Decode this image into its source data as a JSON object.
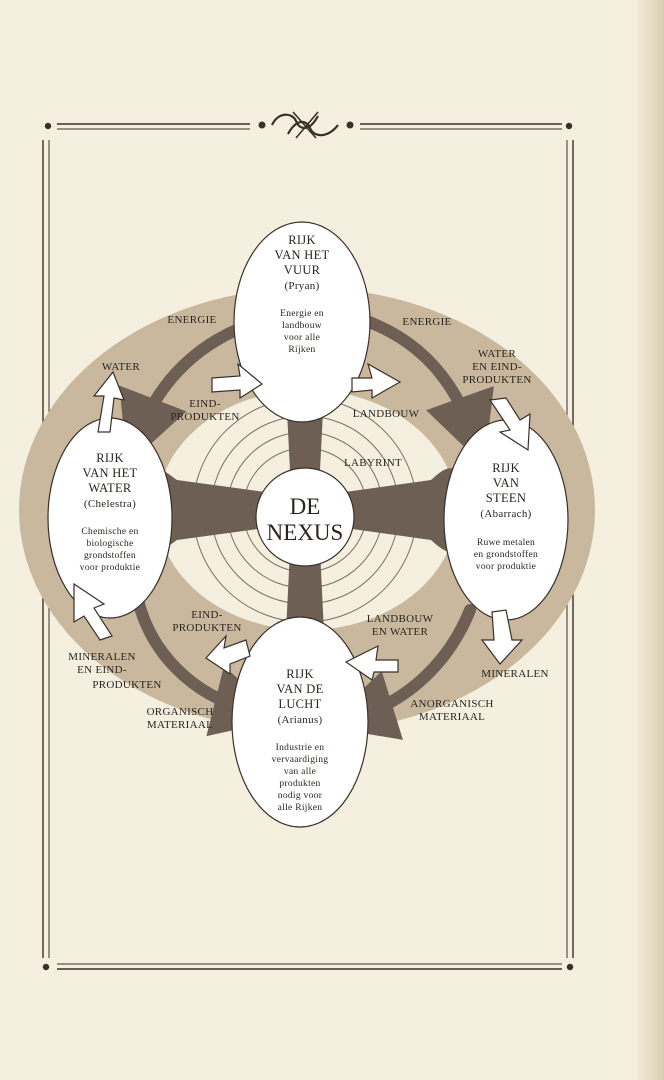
{
  "center": {
    "line1": "DE",
    "line2": "NEXUS"
  },
  "realms": {
    "fire": {
      "title": [
        "RIJK",
        "VAN HET",
        "VUUR",
        "(Pryan)"
      ],
      "desc": [
        "Energie en",
        "landbouw",
        "voor alle",
        "Rijken"
      ]
    },
    "water": {
      "title": [
        "RIJK",
        "VAN HET",
        "WATER",
        "(Chelestra)"
      ],
      "desc": [
        "Chemische en",
        "biologische",
        "grondstoffen",
        "voor produktie"
      ]
    },
    "stone": {
      "title": [
        "RIJK",
        "VAN",
        "STEEN",
        "(Abarrach)"
      ],
      "desc": [
        "Ruwe metalen",
        "en grondstoffen",
        "voor produktie"
      ]
    },
    "air": {
      "title": [
        "RIJK",
        "VAN DE",
        "LUCHT",
        "(Arianus)"
      ],
      "desc": [
        "Industrie en",
        "vervaardiging",
        "van alle",
        "produkten",
        "nodig voor",
        "alle Rijken"
      ]
    }
  },
  "flows": {
    "energie_left": "ENERGIE",
    "energie_right": "ENERGIE",
    "water": "WATER",
    "water_eind": [
      "WATER",
      "EN EIND-",
      "PRODUKTEN"
    ],
    "eind_top": [
      "EIND-",
      "PRODUKTEN"
    ],
    "landbouw": "LANDBOUW",
    "labyrint": "LABYRINT",
    "eind_bottom": [
      "EIND-",
      "PRODUKTEN"
    ],
    "landbouw_water": [
      "LANDBOUW",
      "EN WATER"
    ],
    "mineralen_eind": [
      "MINERALEN",
      "EN EIND-",
      "PRODUKTEN"
    ],
    "mineralen": "MINERALEN",
    "organisch": [
      "ORGANISCH",
      "MATERIAAL"
    ],
    "anorganisch": [
      "ANORGANISCH",
      "MATERIAAL"
    ]
  },
  "colors": {
    "paper": "#f4efdf",
    "ring": "#c9b89d",
    "cross": "#6e5f55",
    "ink": "#2a2420"
  }
}
